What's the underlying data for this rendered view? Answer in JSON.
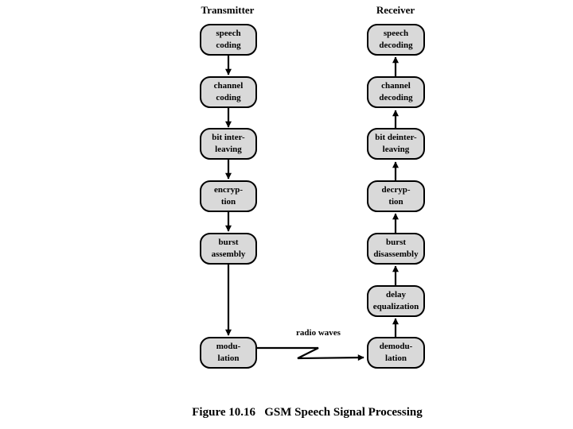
{
  "diagram": {
    "transmitter": {
      "header": "Transmitter",
      "boxes": [
        {
          "label": "speech\ncoding"
        },
        {
          "label": "channel\ncoding"
        },
        {
          "label": "bit inter-\nleaving"
        },
        {
          "label": "encryp-\ntion"
        },
        {
          "label": "burst\nassembly"
        },
        {
          "label": "modu-\nlation"
        }
      ]
    },
    "receiver": {
      "header": "Receiver",
      "boxes": [
        {
          "label": "speech\ndecoding"
        },
        {
          "label": "channel\ndecoding"
        },
        {
          "label": "bit deinter-\nleaving"
        },
        {
          "label": "decryp-\ntion"
        },
        {
          "label": "burst\ndisassembly"
        },
        {
          "label": "delay\nequalization"
        },
        {
          "label": "demodu-\nlation"
        }
      ]
    },
    "radio_waves_label": "radio waves",
    "caption": "Figure 10.16   GSM Speech Signal Processing",
    "colors": {
      "background": "#ffffff",
      "box_fill": "#d9d9d9",
      "box_border": "#000000",
      "arrow": "#000000",
      "text": "#000000"
    }
  }
}
